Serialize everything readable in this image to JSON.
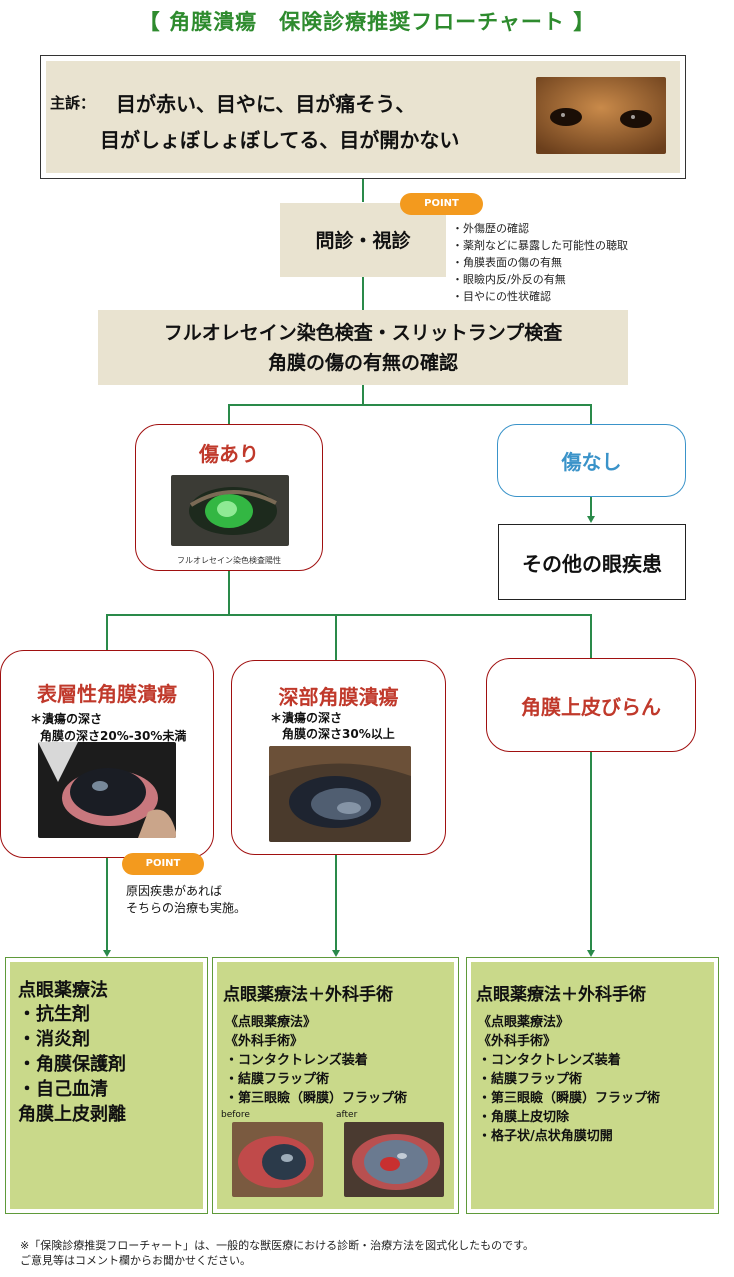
{
  "title": "【 角膜潰瘍　保険診療推奨フローチャート 】",
  "complaint": {
    "label": "主訴：",
    "line1": "目が赤い、目やに、目が痛そう、",
    "line2": "目がしょぼしょぼしてる、目が開かない"
  },
  "interview": {
    "label": "問診・視診",
    "point": "POINT",
    "bullets": [
      "・外傷歴の確認",
      "・薬剤などに暴露した可能性の聴取",
      "・角膜表面の傷の有無",
      "・眼瞼内反/外反の有無",
      "・目やにの性状確認"
    ]
  },
  "exam": {
    "line1": "フルオレセイン染色検査・スリットランプ検査",
    "line2": "角膜の傷の有無の確認"
  },
  "wound_yes": {
    "label": "傷あり",
    "caption": "フルオレセイン染色検査陽性"
  },
  "wound_no": {
    "label": "傷なし"
  },
  "other": {
    "label": "その他の眼疾患"
  },
  "superficial": {
    "label": "表層性角膜潰瘍",
    "note1": "＊潰瘍の深さ",
    "note2": "角膜の深さ20%-30%未満"
  },
  "deep": {
    "label": "深部角膜潰瘍",
    "note1": "＊潰瘍の深さ",
    "note2": "角膜の深さ30%以上"
  },
  "erosion": {
    "label": "角膜上皮びらん"
  },
  "point2": {
    "badge": "POINT",
    "line1": "原因疾患があれば",
    "line2": "そちらの治療も実施。"
  },
  "treat1": {
    "title": "点眼薬療法",
    "items": [
      "・抗生剤",
      "・消炎剤",
      "・角膜保護剤",
      "・自己血清"
    ],
    "extra": "角膜上皮剥離"
  },
  "treat2": {
    "title": "点眼薬療法＋外科手術",
    "sub1": "《点眼薬療法》",
    "sub2": "《外科手術》",
    "items": [
      "・コンタクトレンズ装着",
      "・結膜フラップ術",
      "・第三眼瞼（瞬膜）フラップ術"
    ],
    "before": "before",
    "after": "after"
  },
  "treat3": {
    "title": "点眼薬療法＋外科手術",
    "sub1": "《点眼薬療法》",
    "sub2": "《外科手術》",
    "items": [
      "・コンタクトレンズ装着",
      "・結膜フラップ術",
      "・第三眼瞼（瞬膜）フラップ術",
      "・角膜上皮切除",
      "・格子状/点状角膜切開"
    ]
  },
  "footnote": {
    "line1": "※「保険診療推奨フローチャート」は、一般的な獣医療における診断・治療方法を図式化したものです。",
    "line2": "ご意見等はコメント欄からお聞かせください。"
  },
  "colors": {
    "accent_green": "#2e8b2e",
    "line_green": "#2a8a4a",
    "red": "#c0392b",
    "blue": "#3a93c9",
    "orange": "#f39a1e",
    "tan": "#e9e3d0",
    "light_green": "#c9d98a"
  }
}
